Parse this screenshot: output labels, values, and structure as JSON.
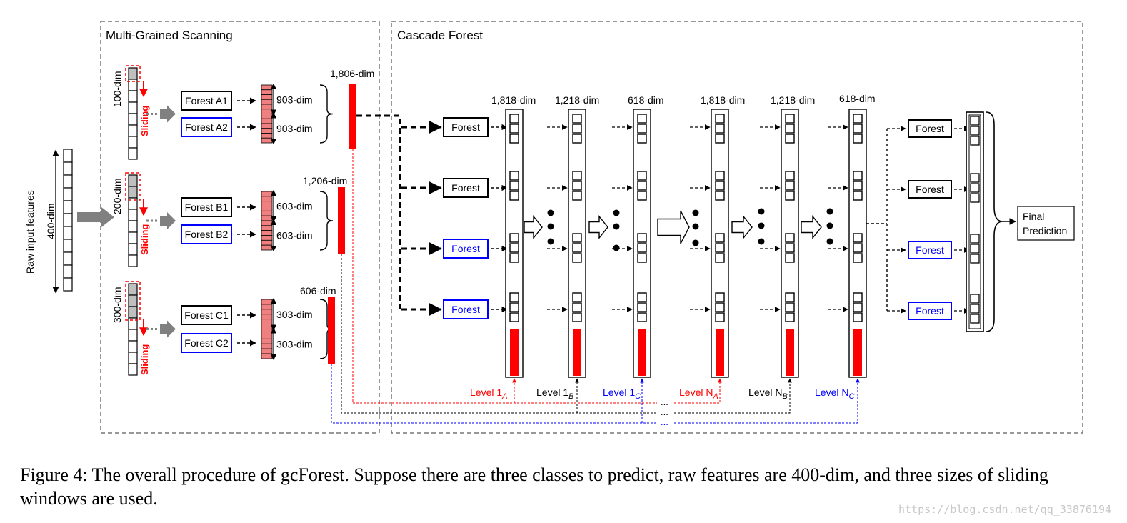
{
  "sections": {
    "mgs_title": "Multi-Grained Scanning",
    "cascade_title": "Cascade Forest"
  },
  "raw_input": {
    "label": "Raw input features",
    "dim": "400-dim"
  },
  "windows": [
    {
      "dim": "100-dim",
      "sliding": "Sliding",
      "forest_a": "Forest A1",
      "forest_b": "Forest A2",
      "out_a": "903-dim",
      "out_b": "903-dim",
      "concat": "1,806-dim"
    },
    {
      "dim": "200-dim",
      "sliding": "Sliding",
      "forest_a": "Forest B1",
      "forest_b": "Forest B2",
      "out_a": "603-dim",
      "out_b": "603-dim",
      "concat": "1,206-dim"
    },
    {
      "dim": "300-dim",
      "sliding": "Sliding",
      "forest_a": "Forest C1",
      "forest_b": "Forest C2",
      "out_a": "303-dim",
      "out_b": "303-dim",
      "concat": "606-dim"
    }
  ],
  "cascade": {
    "forest_label": "Forest",
    "level_dims": [
      "1,818-dim",
      "1,218-dim",
      "618-dim",
      "1,818-dim",
      "1,218-dim",
      "618-dim"
    ],
    "levels": [
      {
        "name": "Level 1",
        "sub": "A",
        "color": "#ff0000"
      },
      {
        "name": "Level 1",
        "sub": "B",
        "color": "#000000"
      },
      {
        "name": "Level 1",
        "sub": "C",
        "color": "#0000ff"
      },
      {
        "name": "Level N",
        "sub": "A",
        "color": "#ff0000"
      },
      {
        "name": "Level N",
        "sub": "B",
        "color": "#000000"
      },
      {
        "name": "Level N",
        "sub": "C",
        "color": "#0000ff"
      }
    ],
    "ellipsis": "...",
    "final_line1": "Final",
    "final_line2": "Prediction"
  },
  "caption": "Figure 4: The overall procedure of gcForest. Suppose there are three classes to predict, raw features are 400-dim, and three sizes of sliding windows are used.",
  "watermark": "https://blog.csdn.net/qq_33876194",
  "colors": {
    "red": "#ff0000",
    "blue": "#0000ff",
    "pink": "#f08080",
    "gray": "#808080"
  }
}
